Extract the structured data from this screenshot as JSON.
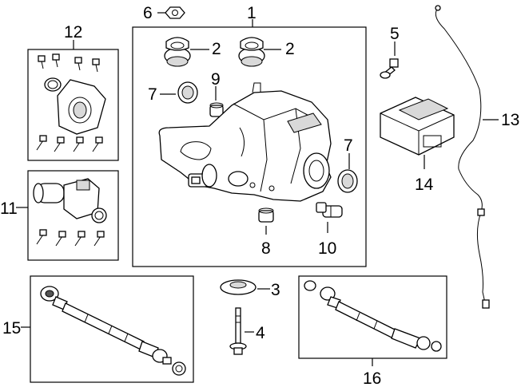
{
  "callouts": {
    "c1": "1",
    "c2a": "2",
    "c2b": "2",
    "c3": "3",
    "c4": "4",
    "c5": "5",
    "c6": "6",
    "c7a": "7",
    "c7b": "7",
    "c8": "8",
    "c9": "9",
    "c10": "10",
    "c11": "11",
    "c12": "12",
    "c13": "13",
    "c14": "14",
    "c15": "15",
    "c16": "16"
  },
  "colors": {
    "line": "#000000",
    "fill": "#ffffff",
    "shade": "#d9d9d9"
  }
}
